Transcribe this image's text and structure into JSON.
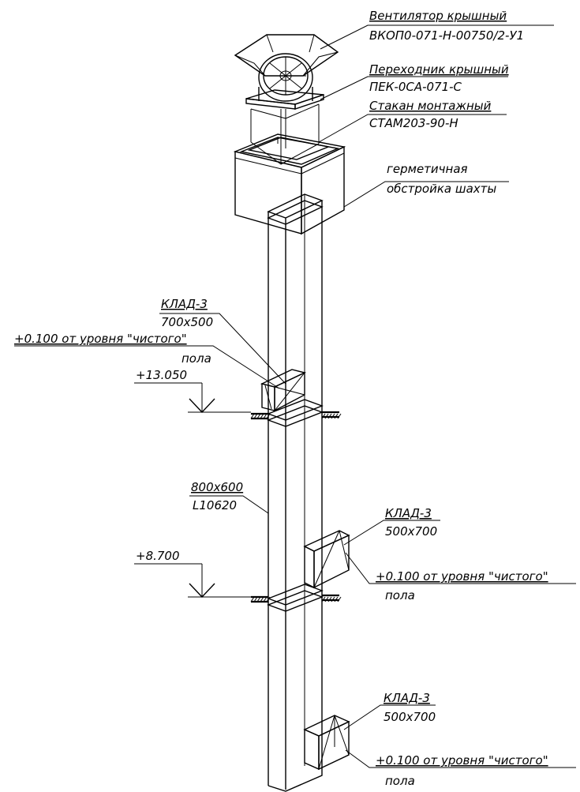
{
  "labels": {
    "fan_name": "Вентилятор крышный",
    "fan_model": "ВКОП0-071-Н-00750/2-У1",
    "adapter_name": "Переходник крышный",
    "adapter_model": "ПЕК-0СА-071-С",
    "curb_name": "Стакан монтажный",
    "curb_model": "СТАМ203-90-Н",
    "shaft_line1": "герметичная",
    "shaft_line2": "обстройка шахты",
    "duct_size": "800x600",
    "duct_length": "L10620"
  },
  "valves": [
    {
      "name": "КЛАД-3",
      "size": "700x500",
      "note": "+0.100 от уровня \"чистого\"",
      "note2": "пола"
    },
    {
      "name": "КЛАД-3",
      "size": "500x700",
      "note": "+0.100 от уровня \"чистого\"",
      "note2": "пола"
    },
    {
      "name": "КЛАД-3",
      "size": "500x700",
      "note": "+0.100 от уровня \"чистого\"",
      "note2": "пола"
    }
  ],
  "levels": [
    {
      "value": "+13.050"
    },
    {
      "value": "+8.700"
    }
  ]
}
